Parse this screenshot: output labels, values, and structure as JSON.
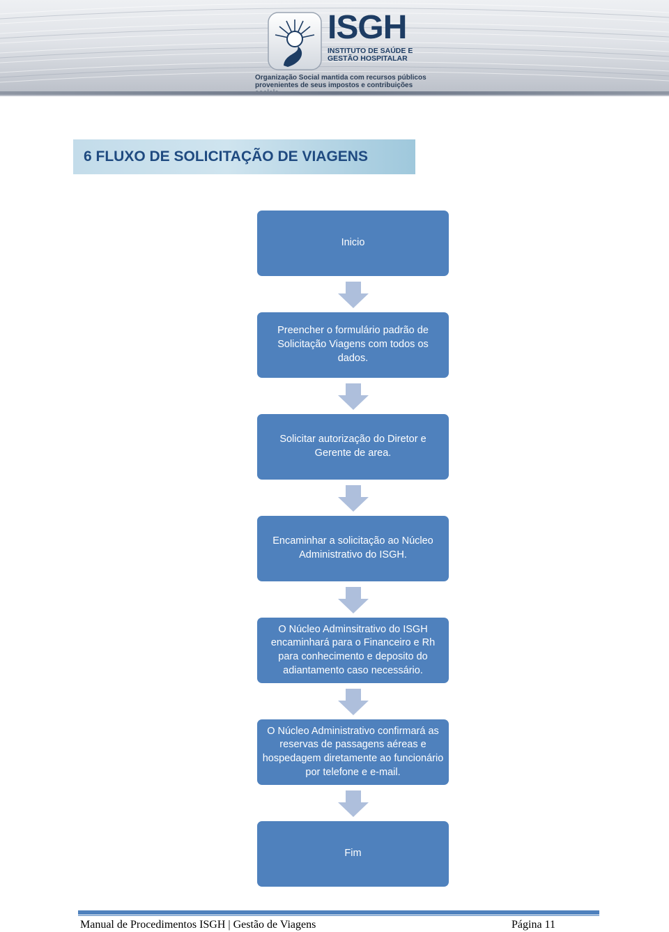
{
  "header": {
    "brand_name": "ISGH",
    "brand_subtitle_line1": "INSTITUTO DE SAÚDE E",
    "brand_subtitle_line2": "GESTÃO HOSPITALAR",
    "tagline_line1": "Organização Social mantida com recursos públicos",
    "tagline_line2": "provenientes de seus impostos e contribuições sociais"
  },
  "section": {
    "title": "6 FLUXO DE SOLICITAÇÃO DE VIAGENS"
  },
  "flow": {
    "steps": [
      "Inicio",
      "Preencher o formulário padrão de Solicitação Viagens com todos os dados.",
      "Solicitar autorização do Diretor e Gerente de area.",
      "Encaminhar  a solicitação ao Núcleo Administrativo do ISGH.",
      "O Núcleo Adminsitrativo do ISGH encaminhará para o Financeiro e Rh para conhecimento e deposito do adiantamento caso necessário.",
      "O Núcleo Administrativo confirmará as reservas  de passagens aéreas e hospedagem diretamente ao funcionário por telefone e e-mail.",
      "Fim"
    ],
    "box_color": "#4f81bd",
    "arrow_color": "#aebfdc"
  },
  "footer": {
    "left_text": "Manual de Procedimentos ISGH | Gestão de Viagens",
    "right_text": "Página 11"
  }
}
